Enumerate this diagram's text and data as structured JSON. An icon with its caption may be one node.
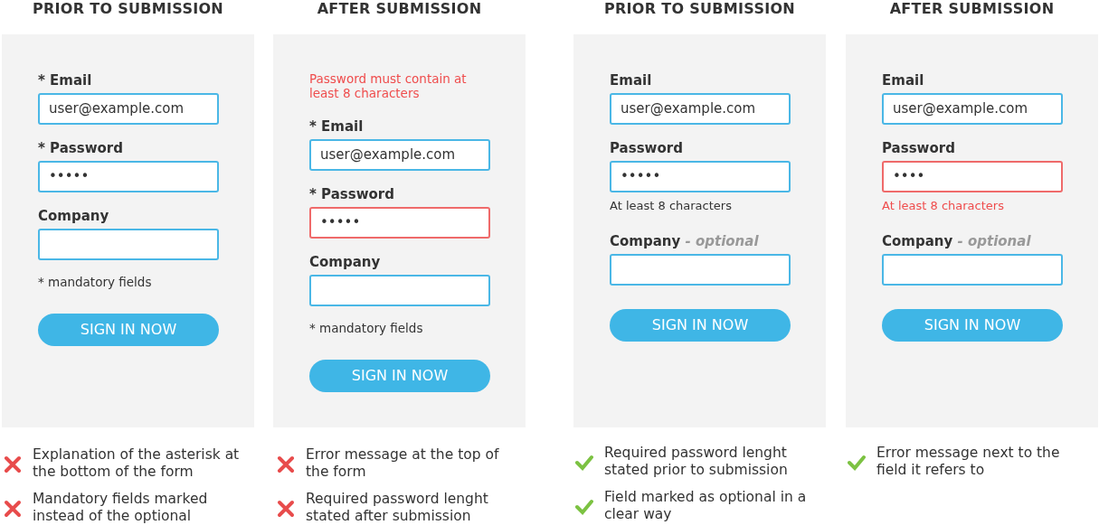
{
  "diagram": {
    "nodes": [
      {
        "text": [
          "PRIOR TO SUBMISSION"
        ]
      },
      {
        "text": [
          "* Email",
          "user@example.com"
        ],
        "in": 0
      },
      {
        "text": [
          "* Password",
          "•••••"
        ],
        "in": 0
      },
      {
        "text": [
          "Company"
        ],
        "in": 0
      },
      {
        "text": [
          "SIGN IN NOW"
        ],
        "in": 0
      },
      {
        "text": [
          "AFTER SUBMISSION"
        ]
      },
      {
        "text": [
          "* Email",
          "user@example.com"
        ],
        "in": 5
      },
      {
        "text": [
          "* Password",
          "•••••"
        ],
        "in": 5
      },
      {
        "text": [
          "Company"
        ],
        "in": 5
      },
      {
        "text": [
          "SIGN IN NOW"
        ],
        "in": 5
      },
      {
        "text": [
          "PRIOR TO SUBMISSION"
        ]
      },
      {
        "text": [
          "Email",
          "user@example.com"
        ],
        "in": 10
      },
      {
        "text": [
          "Password",
          "•••••"
        ],
        "in": 10,
        "beside": [
          "At least 8 characters"
        ]
      },
      {
        "text": [
          "Company *- optional*"
        ],
        "in": 10
      },
      {
        "text": [
          "SIGN IN NOW"
        ],
        "in": 10
      },
      {
        "text": [
          "AFTER SUBMISSION"
        ]
      },
      {
        "text": [
          "Email",
          "user@example.com"
        ],
        "in": 15
      },
      {
        "text": [
          "Password",
          "••••"
        ],
        "in": 15,
        "beside": [
          "At least 8 characters"
        ]
      },
      {
        "text": [
          "Company *- optional*"
        ],
        "in": 15
      },
      {
        "text": [
          "SIGN IN NOW"
        ],
        "in": 15
      }
    ],
    "labels": [
      "* mandatory fields",
      "Password must contain at least 8 characters",
      "* mandatory fields",
      "Explanation of the asterisk at the bottom of the form",
      "Mandatory fields marked instead of the optional",
      "Error message at the top of the form",
      "Required password lenght stated after submission",
      "Required password lenght stated prior to submission",
      "Field marked as optional in a clear way",
      "Error message next to the field it refers to"
    ]
  }
}
